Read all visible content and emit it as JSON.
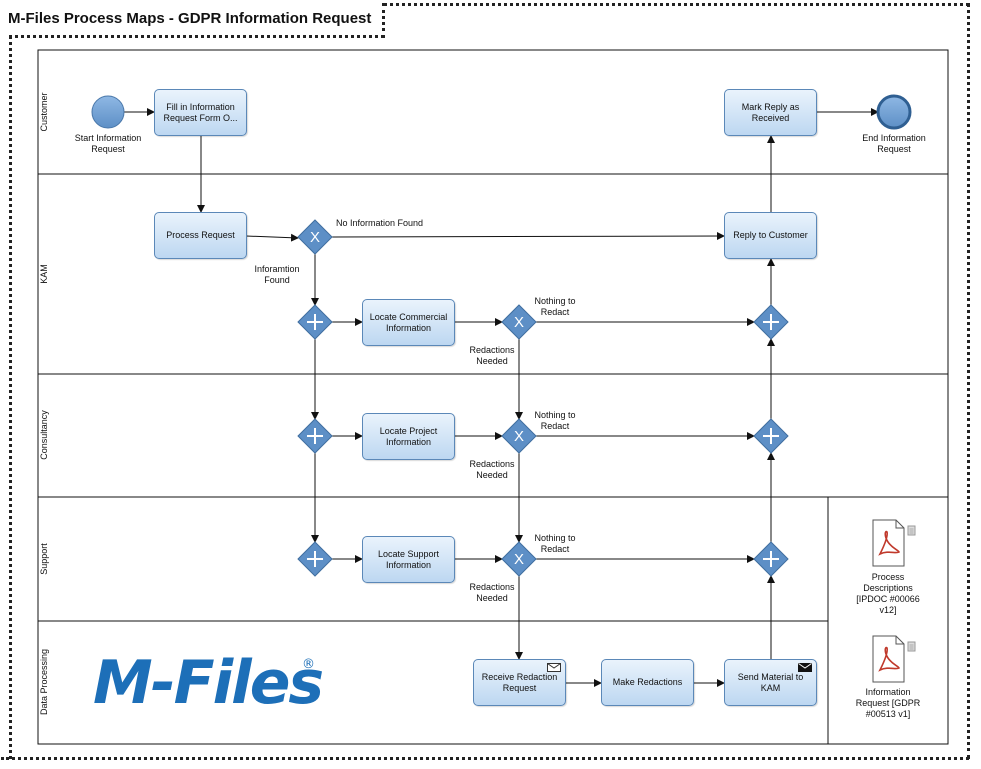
{
  "title": "M-Files Process Maps - GDPR Information Request",
  "lanes": [
    "Customer",
    "KAM",
    "Consultancy",
    "Support",
    "Data Processing"
  ],
  "tasks": {
    "fill_form": "Fill in Information Request Form O...",
    "process_request": "Process Request",
    "mark_reply": "Mark Reply as Received",
    "reply_customer": "Reply to Customer",
    "locate_commercial": "Locate Commercial Information",
    "locate_project": "Locate Project Information",
    "locate_support": "Locate Support Information",
    "receive_redaction": "Receive Redaction Request",
    "make_redactions": "Make Redactions",
    "send_material": "Send Material to KAM"
  },
  "events": {
    "start": "Start Information Request",
    "end": "End Information Request"
  },
  "labels": {
    "no_info": "No Information Found",
    "info_found": "Inforamtion Found",
    "nothing_to_redact": "Nothing to Redact",
    "redactions_needed": "Redactions Needed"
  },
  "documents": [
    {
      "label": "Process Descriptions [IPDOC #00066 v12]",
      "icon": "pdf-icon"
    },
    {
      "label": "Information Request [GDPR #00513 v1]",
      "icon": "pdf-icon"
    }
  ],
  "logo": {
    "text": "M-Files",
    "mark": "®"
  },
  "colors": {
    "task_border": "#5b88b8",
    "gateway": "#5d8fc6",
    "event": "#6a9ed4",
    "logo": "#1d6fb8"
  }
}
